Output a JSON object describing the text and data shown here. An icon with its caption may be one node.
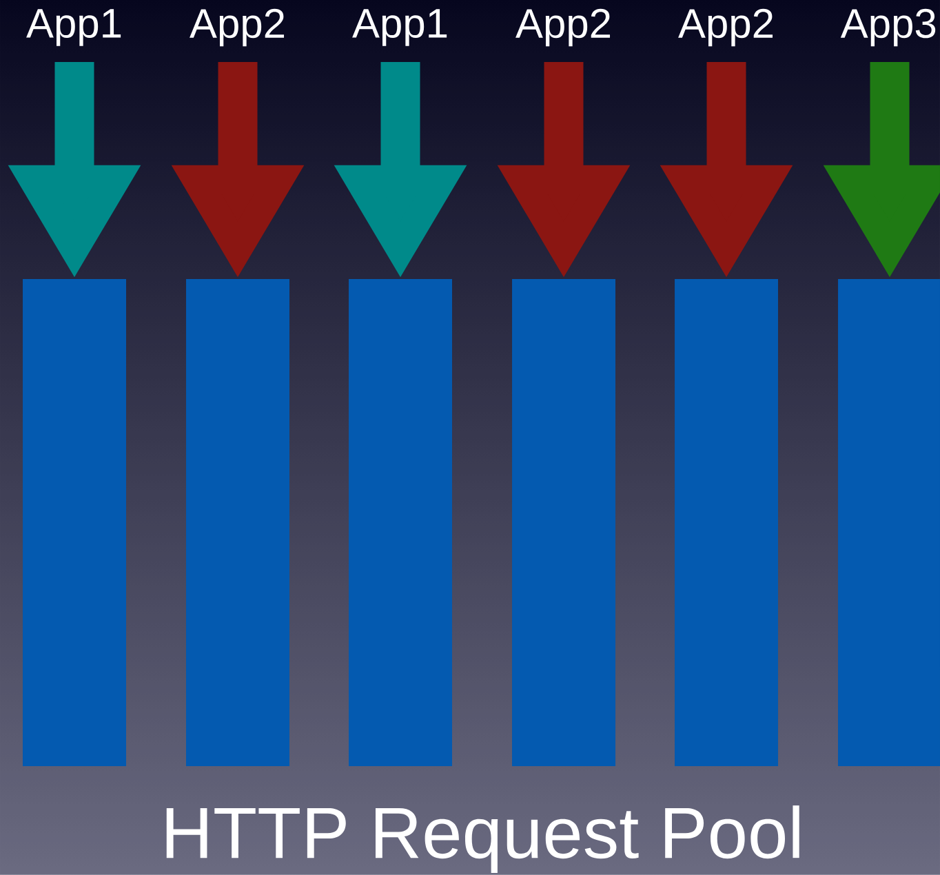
{
  "diagram": {
    "caption": "HTTP Request Pool",
    "nodes": [
      {
        "text": [
          "App1"
        ]
      },
      {
        "text": [
          "App2"
        ]
      },
      {
        "text": [
          "App1"
        ]
      },
      {
        "text": [
          "App2"
        ]
      },
      {
        "text": [
          "App2"
        ]
      },
      {
        "text": [
          "App3"
        ]
      },
      {
        "text": [],
        "shape": "bar"
      },
      {
        "text": [],
        "shape": "bar"
      },
      {
        "text": [],
        "shape": "bar"
      },
      {
        "text": [],
        "shape": "bar"
      },
      {
        "text": [],
        "shape": "bar"
      },
      {
        "text": [],
        "shape": "bar"
      }
    ],
    "edges": [
      {
        "from": 0,
        "to": 6,
        "arrow": "to",
        "color": "#008a8a"
      },
      {
        "from": 1,
        "to": 7,
        "arrow": "to",
        "color": "#8b1612"
      },
      {
        "from": 2,
        "to": 8,
        "arrow": "to",
        "color": "#008a8a"
      },
      {
        "from": 3,
        "to": 9,
        "arrow": "to",
        "color": "#8b1612"
      },
      {
        "from": 4,
        "to": 10,
        "arrow": "to",
        "color": "#8b1612"
      },
      {
        "from": 5,
        "to": 11,
        "arrow": "to",
        "color": "#1f7a14"
      }
    ]
  }
}
